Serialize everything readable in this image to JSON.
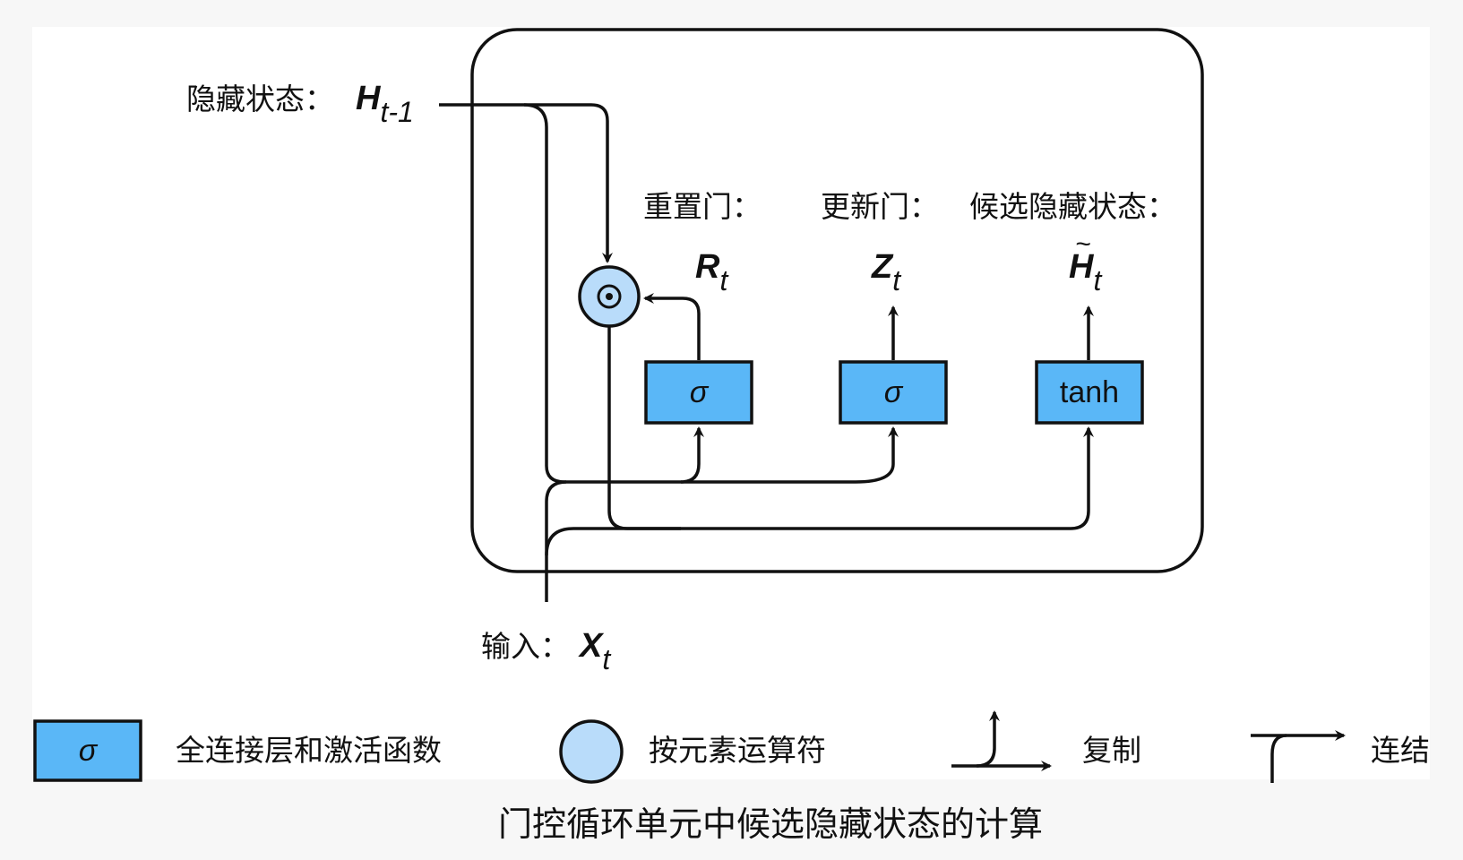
{
  "colors": {
    "box_fill": "#5ab7f7",
    "circle_fill": "#b9dcfa",
    "stroke": "#111111",
    "background": "#ffffff"
  },
  "inputs": {
    "hidden_label": "隐藏状态：",
    "hidden_symbol": "H",
    "hidden_sub": "t-1",
    "input_label": "输入：",
    "input_symbol": "X",
    "input_sub": "t"
  },
  "gates": [
    {
      "name": "重置门：",
      "symbol": "R",
      "sub": "t",
      "box": "σ",
      "tilde": ""
    },
    {
      "name": "更新门：",
      "symbol": "Z",
      "sub": "t",
      "box": "σ",
      "tilde": ""
    },
    {
      "name": "候选隐藏状态：",
      "symbol": "H",
      "sub": "t",
      "box": "tanh",
      "tilde": "~"
    }
  ],
  "operator": {
    "symbol": "⊙"
  },
  "legend": {
    "fc_box": "σ",
    "fc": "全连接层和激活函数",
    "elementwise": "按元素运算符",
    "copy": "复制",
    "concat": "连结"
  },
  "caption": "门控循环单元中候选隐藏状态的计算"
}
